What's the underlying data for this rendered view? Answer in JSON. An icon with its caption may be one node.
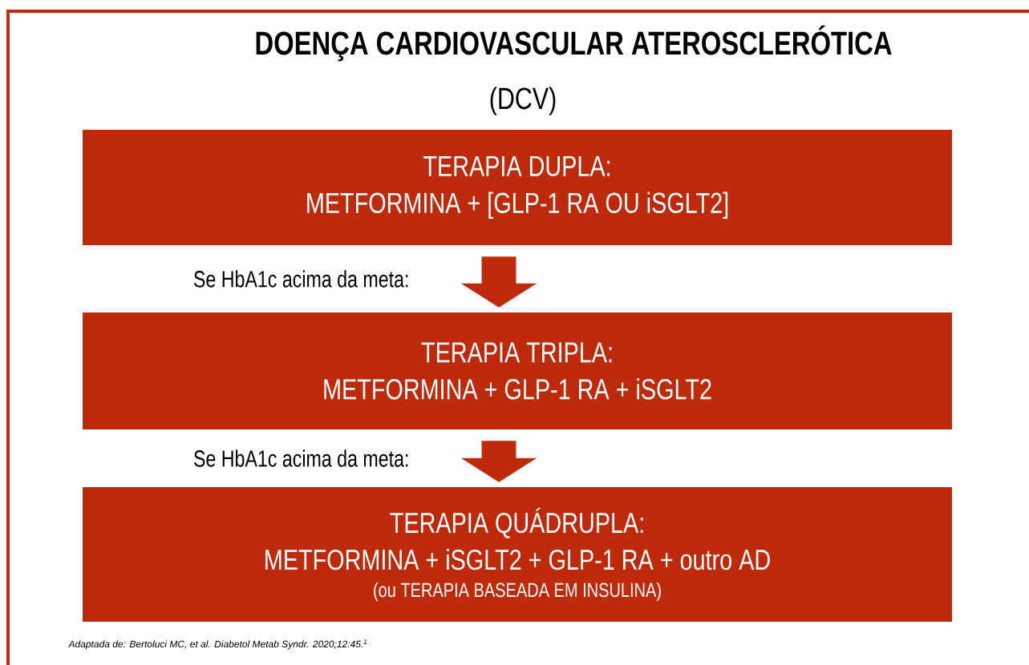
{
  "diagram": {
    "title": "DOENÇA CARDIOVASCULAR ATEROSCLERÓTICA",
    "caption": "Adaptada de: Bertoluci MC, et al. Diabetol Metab Syndr. 2020;12:45.$^{1}$",
    "nodes": [
      {
        "text": [
          "TERAPIA DUPLA:",
          "METFORMINA + [GLP-1 RA OU iSGLT2]"
        ]
      },
      {
        "text": [
          "TERAPIA TRIPLA:",
          "METFORMINA + GLP-1 RA + iSGLT2"
        ]
      },
      {
        "text": [
          "TERAPIA QUÁDRUPLA:",
          "METFORMINA + iSGLT2 + GLP-1 RA + outro AD",
          "(ou TERAPIA BASEADA EM INSULINA)"
        ]
      }
    ],
    "edges": [
      {
        "from": 0,
        "to": 1,
        "arrow": "to",
        "label": "Se HbA1c acima da meta:"
      },
      {
        "from": 1,
        "to": 2,
        "arrow": "to",
        "label": "Se HbA1c acima da meta:"
      }
    ],
    "labels": [
      "(DCV)"
    ]
  }
}
